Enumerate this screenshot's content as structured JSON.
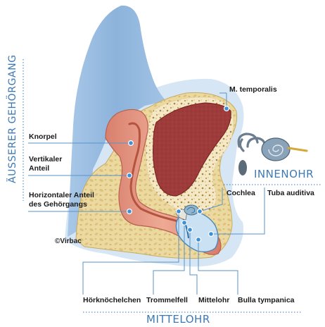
{
  "labels": {
    "m_temporalis": "M. temporalis",
    "knorpel": "Knorpel",
    "vertikaler_anteil_line1": "Vertikaler",
    "vertikaler_anteil_line2": "Anteil",
    "horizontaler_anteil_line1": "Horizontaler Anteil",
    "horizontaler_anteil_line2": "des Gehörgangs",
    "cochlea": "Cochlea",
    "tuba_auditiva": "Tuba auditiva",
    "hoerknoechelchen": "Hörknöchelchen",
    "trommelfell": "Trommelfell",
    "mittelohr": "Mittelohr",
    "bulla_tympanica": "Bulla tympanica"
  },
  "sections": {
    "aeusserer_gehoergang": "ÄUSSERER GEHÖRGANG",
    "innenohr": "INNENOHR",
    "mittelohr": "MITTELOHR"
  },
  "copyright": "©Virbac",
  "colors": {
    "section_text": "#3d79b5",
    "pinna_blue": "#8fb7dd",
    "bone": "#ecd9a0",
    "muscle": "#9e3b3b",
    "cartilage": "#e59a86",
    "marker": "#3f8fd4"
  }
}
